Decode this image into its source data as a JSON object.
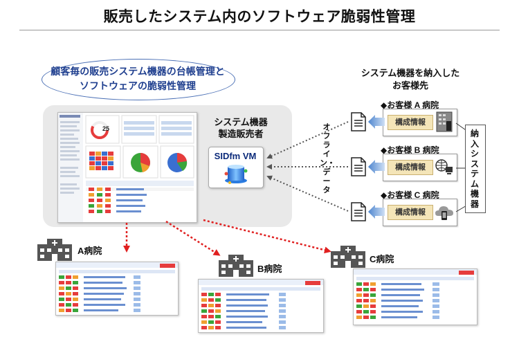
{
  "title": "販売したシステム内のソフトウェア脆弱性管理",
  "callout": {
    "line1": "顧客毎の販売システム機器の台帳管理と",
    "line2": "ソフトウェアの脆弱性管理"
  },
  "maker": {
    "line1": "システム機器",
    "line2": "製造販売者"
  },
  "product": "SIDfm VM",
  "dashboard": {
    "gauge_value": "25"
  },
  "customers": {
    "header_line1": "システム機器を納入した",
    "header_line2": "お客様先",
    "items": [
      {
        "name": "◆お客様 A 病院",
        "config_label": "構成情報",
        "device_icon": "building-server-icon"
      },
      {
        "name": "◆お客様 B 病院",
        "config_label": "構成情報",
        "device_icon": "network-pc-icon"
      },
      {
        "name": "◆お客様 C 病院",
        "config_label": "構成情報",
        "device_icon": "cloud-device-icon"
      }
    ]
  },
  "offline_label": "オフライン・データ",
  "delivered_label": "納入システム機器",
  "hospitals": [
    {
      "name": "A病院",
      "icon": "hospital-icon"
    },
    {
      "name": "B病院",
      "icon": "hospital-icon"
    },
    {
      "name": "C病院",
      "icon": "hospital-icon"
    }
  ],
  "colors": {
    "callout_border": "#4a6fb5",
    "callout_text": "#1f3f8f",
    "config_fill": "#f4e5b8",
    "arrow_red": "#e02020",
    "arrow_blue": "#5a8fd0",
    "dotted_gray": "#555555",
    "panel_gray": "#e9e9e9"
  }
}
